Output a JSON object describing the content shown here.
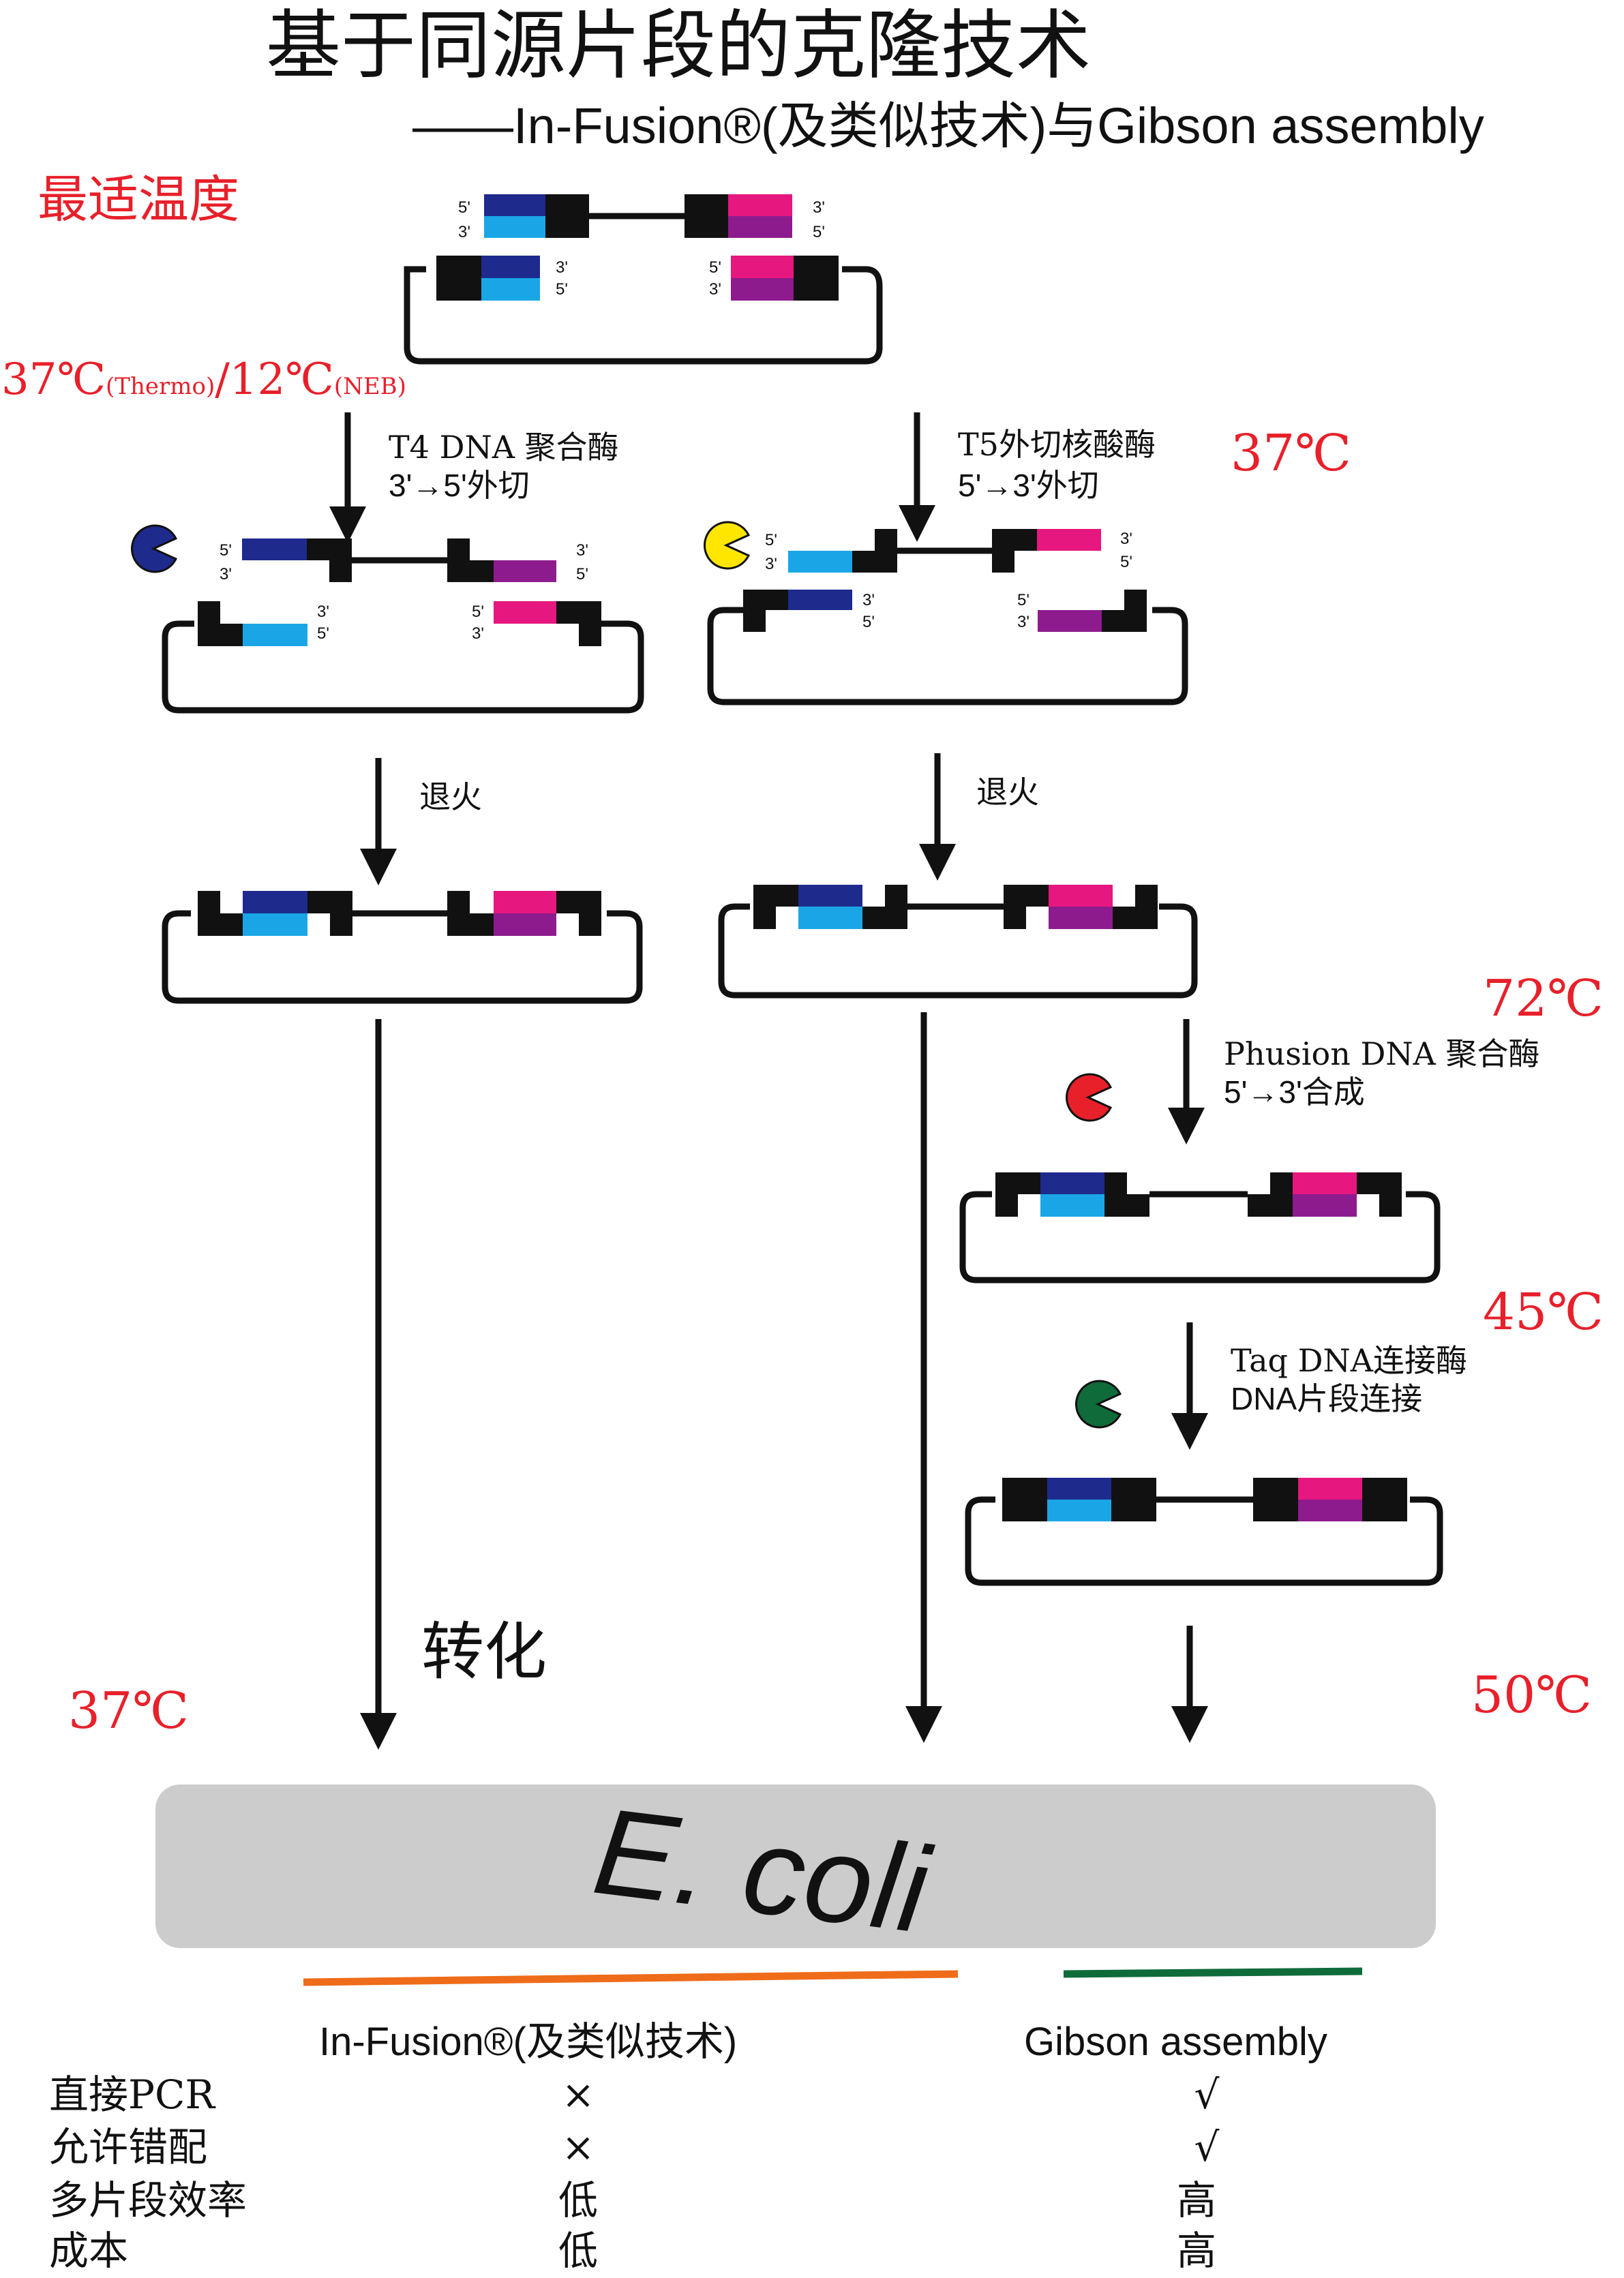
{
  "title": {
    "main": "基于同源片段的克隆技术",
    "sub": "——In-Fusion®(及类似技术)与Gibson assembly"
  },
  "colors": {
    "dark_blue": "#1e2a8c",
    "light_blue": "#1aa6e6",
    "pink": "#e6177e",
    "purple": "#8e1b8e",
    "black": "#111111",
    "red_text": "#e8202a",
    "ecoli_box": "#cccccc",
    "t4_enzyme": "#1e2a8c",
    "t5_enzyme": "#ffe600",
    "phusion_enzyme": "#e8202a",
    "taq_enzyme": "#0f6b3a",
    "orange_line": "#ef6c1a",
    "green_line": "#0f6b3a"
  },
  "labels": {
    "optimal_temp": "最适温度",
    "strand_5": "5'",
    "strand_3": "3'",
    "temp_37": "37",
    "temp_12": "12",
    "celsius": "℃",
    "thermo": "(Thermo)",
    "neb": "(NEB)",
    "slash": "/",
    "t4_line1": "T4 DNA 聚合酶",
    "t4_line2": "3'→5'外切",
    "t5_line1": "T5外切核酸酶",
    "t5_line2": "5'→3'外切",
    "temp_t5": "37",
    "anneal": "退火",
    "temp_72": "72",
    "phusion_line1": "Phusion DNA 聚合酶",
    "phusion_line2": "5'→3'合成",
    "temp_45": "45",
    "taq_line1": "Taq DNA连接酶",
    "taq_line2": "DNA片段连接",
    "transform": "转化",
    "temp_37b": "37",
    "temp_50": "50",
    "ecoli": "E. coli"
  },
  "comparison": {
    "col1": "In-Fusion®(及类似技术)",
    "col2": "Gibson assembly",
    "rows": [
      {
        "label": "直接PCR",
        "a": "×",
        "b": "√"
      },
      {
        "label": "允许错配",
        "a": "×",
        "b": "√"
      },
      {
        "label": "多片段效率",
        "a": "低",
        "b": "高"
      },
      {
        "label": "成本",
        "a": "低",
        "b": "高"
      }
    ]
  }
}
